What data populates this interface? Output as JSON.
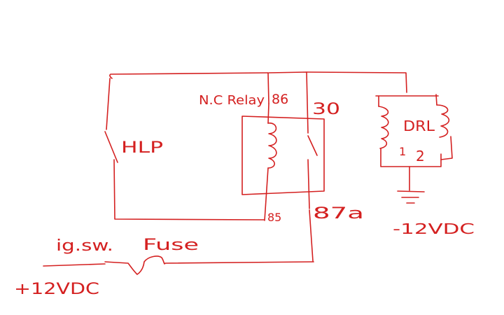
{
  "colors": {
    "ink": "#d42020",
    "background": "#ffffff"
  },
  "labels": {
    "hlp": "HLP",
    "relay_title": "N.C Relay",
    "pin_86": "86",
    "pin_30": "30",
    "pin_85": "85",
    "pin_87a": "87a",
    "ig_sw": "ig.sw.",
    "fuse": "Fuse",
    "plus_12vdc": "+12VDC",
    "minus_12vdc": "-12VDC",
    "drl": "DRL",
    "drl_1": "1",
    "drl_2": "2"
  }
}
